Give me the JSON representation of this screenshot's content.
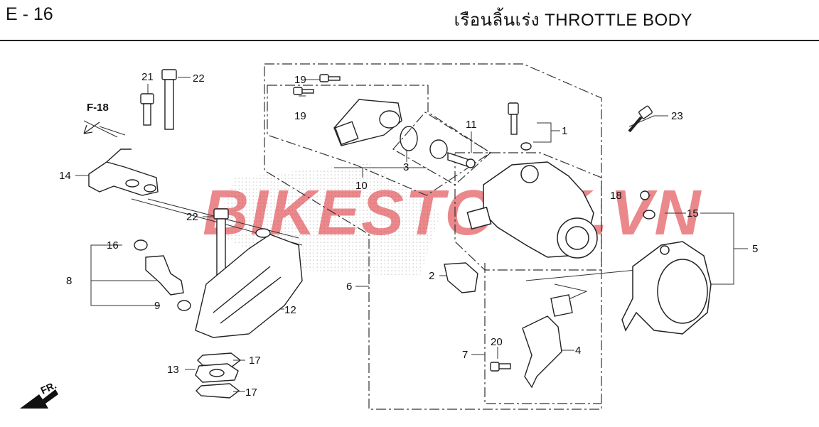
{
  "header": {
    "code": "E - 16",
    "title": "เรือนลิ้นเร่ง  THROTTLE BODY"
  },
  "reference": "F-18",
  "watermark": "BIKESTOCK.VN",
  "direction": "FR.",
  "callouts": [
    "1",
    "2",
    "3",
    "4",
    "5",
    "6",
    "7",
    "8",
    "9",
    "10",
    "11",
    "12",
    "13",
    "14",
    "15",
    "16",
    "17",
    "17",
    "18",
    "19",
    "19",
    "20",
    "21",
    "22",
    "22",
    "23"
  ]
}
